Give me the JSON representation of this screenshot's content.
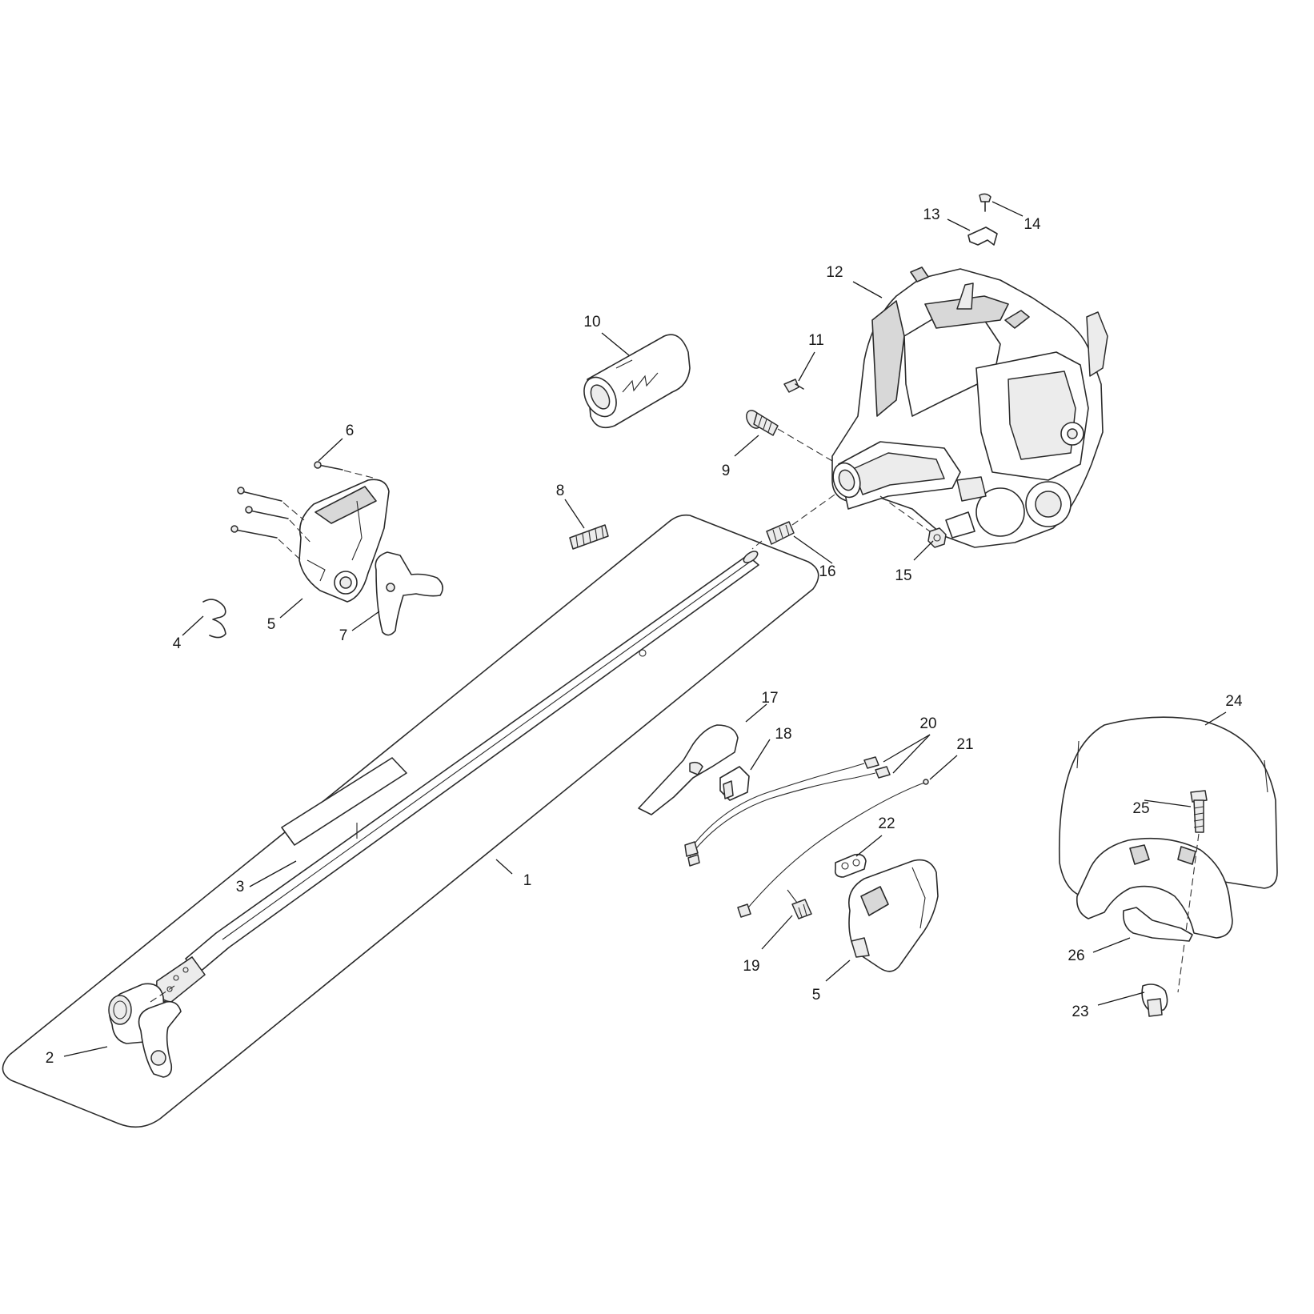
{
  "callouts": [
    {
      "id": "c1",
      "text": "1"
    },
    {
      "id": "c2",
      "text": "2"
    },
    {
      "id": "c3",
      "text": "3"
    },
    {
      "id": "c4",
      "text": "4"
    },
    {
      "id": "c5a",
      "text": "5"
    },
    {
      "id": "c5b",
      "text": "5"
    },
    {
      "id": "c6",
      "text": "6"
    },
    {
      "id": "c7",
      "text": "7"
    },
    {
      "id": "c8",
      "text": "8"
    },
    {
      "id": "c9",
      "text": "9"
    },
    {
      "id": "c10",
      "text": "10"
    },
    {
      "id": "c11",
      "text": "11"
    },
    {
      "id": "c12",
      "text": "12"
    },
    {
      "id": "c13",
      "text": "13"
    },
    {
      "id": "c14",
      "text": "14"
    },
    {
      "id": "c15",
      "text": "15"
    },
    {
      "id": "c16",
      "text": "16"
    },
    {
      "id": "c17",
      "text": "17"
    },
    {
      "id": "c18",
      "text": "18"
    },
    {
      "id": "c19",
      "text": "19"
    },
    {
      "id": "c20",
      "text": "20"
    },
    {
      "id": "c21",
      "text": "21"
    },
    {
      "id": "c22",
      "text": "22"
    },
    {
      "id": "c23",
      "text": "23"
    },
    {
      "id": "c24",
      "text": "24"
    },
    {
      "id": "c25",
      "text": "25"
    },
    {
      "id": "c26",
      "text": "26"
    }
  ]
}
